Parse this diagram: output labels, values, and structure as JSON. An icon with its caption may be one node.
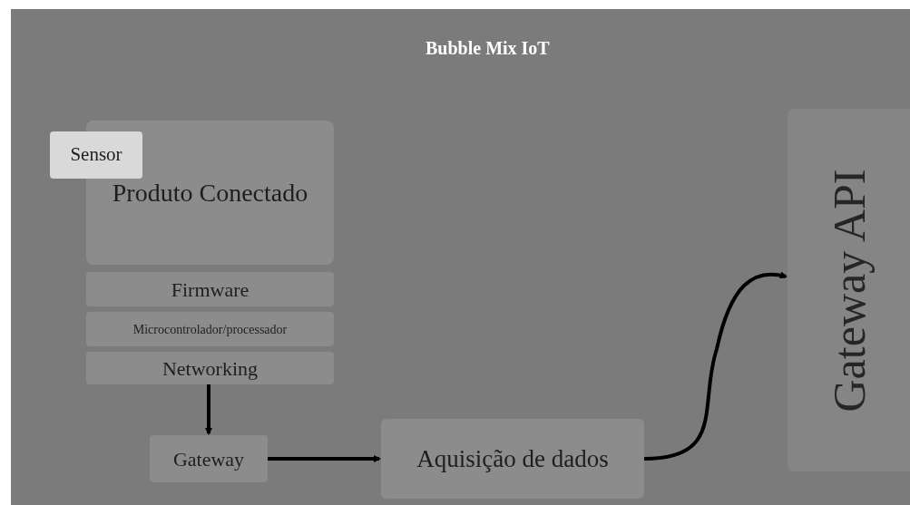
{
  "diagram": {
    "title": "Bubble Mix IoT",
    "nodes": [
      {
        "text": [
          "Produto Conectado"
        ]
      },
      {
        "text": [
          "Sensor"
        ]
      },
      {
        "text": [
          "Firmware"
        ]
      },
      {
        "text": [
          "Microcontrolador/processador"
        ]
      },
      {
        "text": [
          "Networking"
        ]
      },
      {
        "text": [
          "Gateway"
        ]
      },
      {
        "text": [
          "Aquisição de dados"
        ]
      },
      {
        "text": [
          "Gateway API"
        ]
      }
    ],
    "edges": [
      {
        "from": 4,
        "to": 5,
        "arrow": "to"
      },
      {
        "from": 5,
        "to": 6,
        "arrow": "to"
      },
      {
        "from": 6,
        "to": 7,
        "arrow": "to"
      }
    ]
  }
}
